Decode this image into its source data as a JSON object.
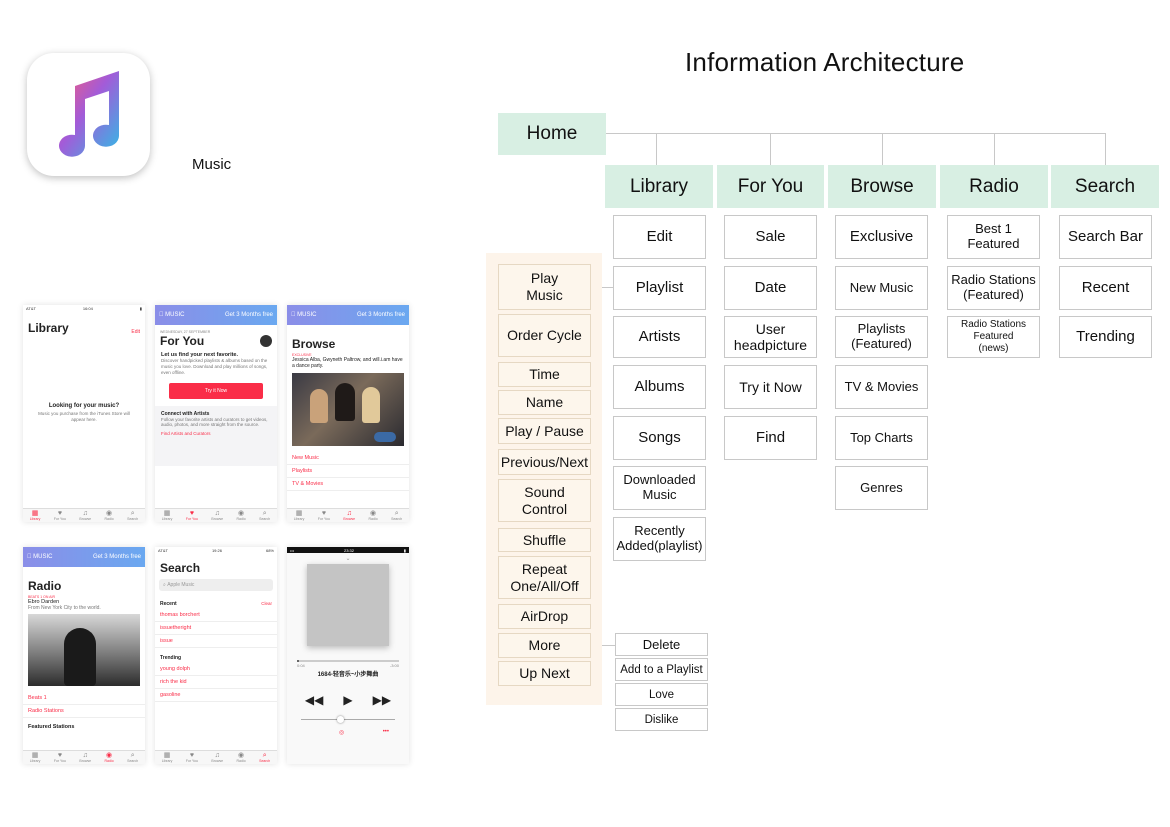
{
  "app": {
    "name": "Music",
    "icon": "apple-music-note-icon"
  },
  "diagram": {
    "title": "Information Architecture",
    "root": "Home",
    "columns": [
      {
        "label": "Library",
        "items": [
          "Edit",
          "Playlist",
          "Artists",
          "Albums",
          "Songs",
          "Downloaded\nMusic",
          "Recently\nAdded(playlist)"
        ]
      },
      {
        "label": "For You",
        "items": [
          "Sale",
          "Date",
          "User\nheadpicture",
          "Try it Now",
          "Find"
        ]
      },
      {
        "label": "Browse",
        "items": [
          "Exclusive",
          "New Music",
          "Playlists\n(Featured)",
          "TV & Movies",
          "Top Charts",
          "Genres"
        ]
      },
      {
        "label": "Radio",
        "items": [
          "Best 1\nFeatured",
          "Radio Stations\n(Featured)",
          "Radio Stations\nFeatured\n(news)"
        ]
      },
      {
        "label": "Search",
        "items": [
          "Search Bar",
          "Recent",
          "Trending"
        ]
      }
    ],
    "player_features": [
      "Play\nMusic",
      "Order Cycle",
      "Time",
      "Name",
      "Play / Pause",
      "Previous/Next",
      "Sound\nControl",
      "Shuffle",
      "Repeat\nOne/All/Off",
      "AirDrop",
      "More",
      "Up Next"
    ],
    "more_menu": [
      "Delete",
      "Add to a Playlist",
      "Love",
      "Dislike"
    ]
  },
  "colors": {
    "header_fill": "#d8efe3",
    "player_panel": "#fdf4ea",
    "accent": "#fa2d48"
  },
  "screens": {
    "tabs": [
      "Library",
      "For You",
      "Browse",
      "Radio",
      "Search"
    ],
    "status": {
      "carrier": "AT&T",
      "time1": "16:04",
      "time2": "19:26",
      "time3": "23:32",
      "battery": "68%"
    },
    "banner": {
      "brand": "MUSIC",
      "offer": "Get 3 Months free"
    },
    "library": {
      "title": "Library",
      "edit": "Edit",
      "empty_title": "Looking for your music?",
      "empty_text": "Music you purchase from the iTunes Store will appear here."
    },
    "for_you": {
      "date": "WEDNESDAY, 27 SEPTEMBER",
      "title": "For You",
      "headline": "Let us find your next favorite.",
      "body": "Discover handpicked playlists & albums based on the music you love. Download and play millions of songs, even offline.",
      "cta": "Try it Now",
      "connect_title": "Connect with Artists",
      "connect_body": "Follow your favorite artists and curators to get videos, audio, photos, and more straight from the source.",
      "connect_link": "Find Artists and Curators"
    },
    "browse": {
      "title": "Browse",
      "tag": "EXCLUSIVE",
      "headline": "Jessica Alba, Gwyneth Paltrow, and will.i.am have a dance party.",
      "links": [
        "New Music",
        "Playlists",
        "TV & Movies"
      ]
    },
    "radio": {
      "title": "Radio",
      "tag": "BEATS 1 ON AIR",
      "host": "Ebro Darden",
      "sub": "From New York City to the world.",
      "links": [
        "Beats 1",
        "Radio Stations"
      ],
      "section": "Featured Stations"
    },
    "search": {
      "title": "Search",
      "placeholder": "Apple Music",
      "recent_label": "Recent",
      "clear": "Clear",
      "recent": [
        "thomas borchert",
        "issuetheright",
        "issue"
      ],
      "trending_label": "Trending",
      "trending": [
        "young dolph",
        "rich the kid",
        "gasoline"
      ]
    },
    "player": {
      "track": "1684-轻音乐~小步舞曲",
      "elapsed": "0:04",
      "remaining": "-3:00",
      "progress": 0.02,
      "volume": 0.42
    }
  }
}
